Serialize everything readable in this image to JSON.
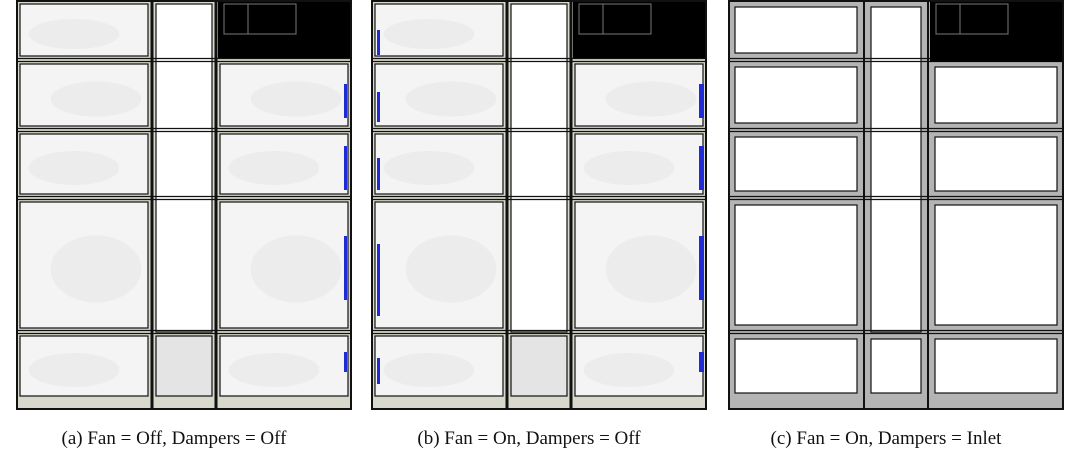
{
  "figure": {
    "panels": [
      {
        "id": "a",
        "caption": "(a) Fan = Off, Dampers = Off",
        "fan": "Off",
        "dampers": "Off",
        "style": "light",
        "indicators": "right"
      },
      {
        "id": "b",
        "caption": "(b) Fan = On, Dampers = Off",
        "fan": "On",
        "dampers": "Off",
        "style": "light",
        "indicators": "both"
      },
      {
        "id": "c",
        "caption": "(c) Fan = On, Dampers = Inlet",
        "fan": "On",
        "dampers": "Inlet",
        "style": "gray",
        "indicators": "none"
      }
    ]
  },
  "colors": {
    "room_fill": "#f4f4f4",
    "room_stain": "#e6e6e6",
    "wall_light": "#d8d8cc",
    "wall_gray": "#b4b4b4",
    "stroke": "#111111",
    "black_region": "#000000",
    "corridor": "#ffffff",
    "indicator_blue": "#1f2bd6"
  }
}
